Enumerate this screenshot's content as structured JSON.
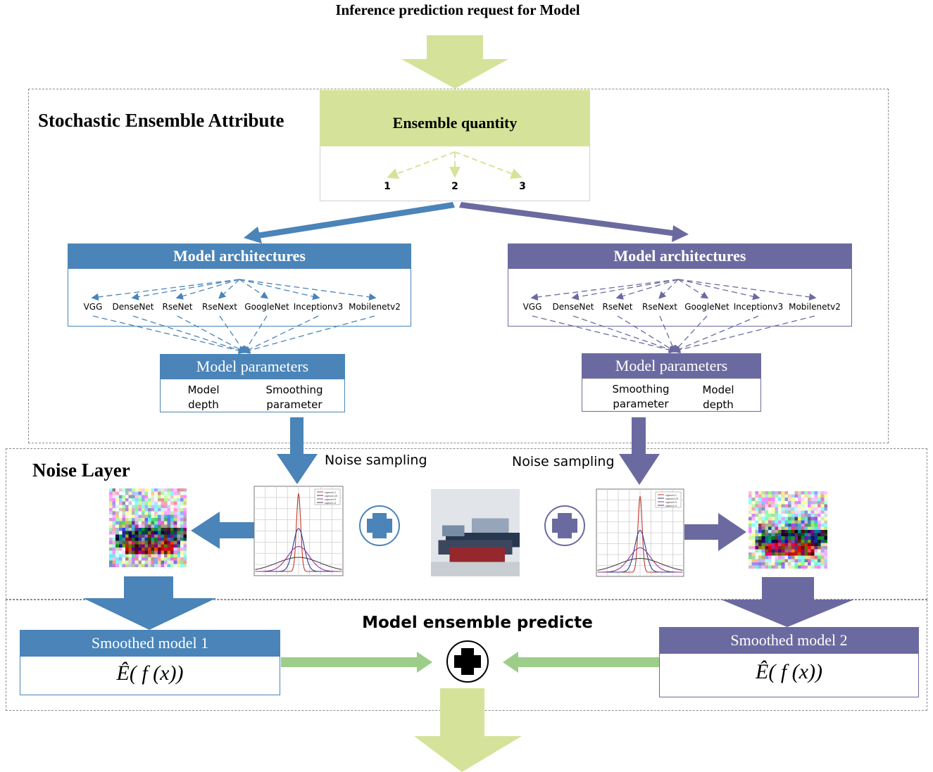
{
  "title": "Inference prediction request for Model",
  "regions": {
    "ensemble_attribute": "Stochastic Ensemble Attribute",
    "noise_layer": "Noise Layer",
    "ensemble_predict": "Model ensemble predicte"
  },
  "ensemble_quantity": {
    "label": "Ensemble quantity",
    "options": [
      "1",
      "2",
      "3"
    ]
  },
  "left_branch": {
    "architectures_title": "Model architectures",
    "networks": [
      "VGG",
      "DenseNet",
      "RseNet",
      "RseNext",
      "GoogleNet",
      "Inceptionv3",
      "Mobilenetv2"
    ],
    "parameters_title": "Model parameters",
    "param_a": "Model\ndepth",
    "param_b": "Smoothing\nparameter",
    "noise_label": "Noise sampling",
    "smoothed_title": "Smoothed model 1",
    "formula": "Ê( f (x))"
  },
  "right_branch": {
    "architectures_title": "Model architectures",
    "networks": [
      "VGG",
      "DenseNet",
      "RseNet",
      "RseNext",
      "GoogleNet",
      "Inceptionv3",
      "Mobilenetv2"
    ],
    "parameters_title": "Model parameters",
    "param_a": "Smoothing\nparameter",
    "param_b": "Model\ndepth",
    "noise_label": "Noise sampling",
    "smoothed_title": "Smoothed model 2",
    "formula": "Ê( f (x))"
  },
  "plot_legend": [
    "sigma0.1",
    "sigma0.25",
    "sigma0.5",
    "sigma1.0"
  ],
  "icons": {
    "plus": "plus-circle-icon",
    "arrow": "arrow-icon"
  },
  "colors": {
    "blue": "#4a84b8",
    "purple": "#6b6aa0",
    "lime": "#d5e39a",
    "green": "#9ccd89",
    "gray_dash": "#8c8c8c"
  }
}
